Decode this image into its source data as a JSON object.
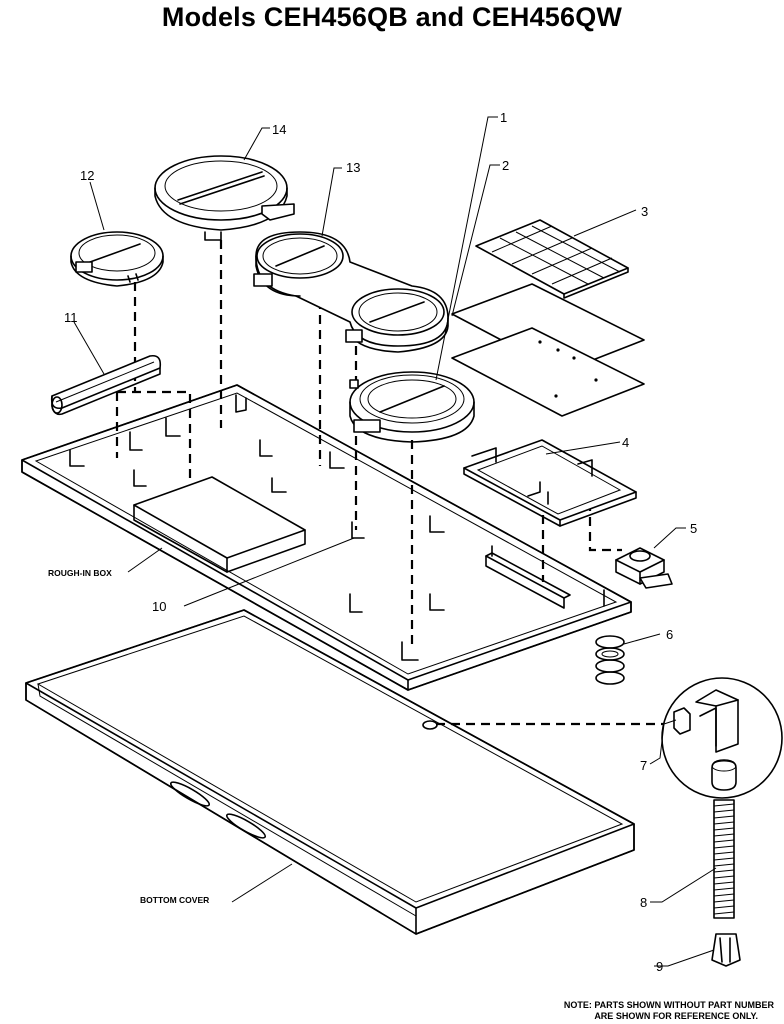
{
  "title": "Models CEH456QB and CEH456QW",
  "callouts": {
    "c1": "1",
    "c2": "2",
    "c3": "3",
    "c4": "4",
    "c5": "5",
    "c6": "6",
    "c7": "7",
    "c8": "8",
    "c9": "9",
    "c10": "10",
    "c11": "11",
    "c12": "12",
    "c13": "13",
    "c14": "14"
  },
  "labels": {
    "rough_in_box": "ROUGH-IN BOX",
    "bottom_cover": "BOTTOM COVER"
  },
  "note": {
    "line1": "NOTE: PARTS SHOWN WITHOUT PART NUMBER",
    "line2": "ARE SHOWN FOR REFERENCE ONLY."
  }
}
